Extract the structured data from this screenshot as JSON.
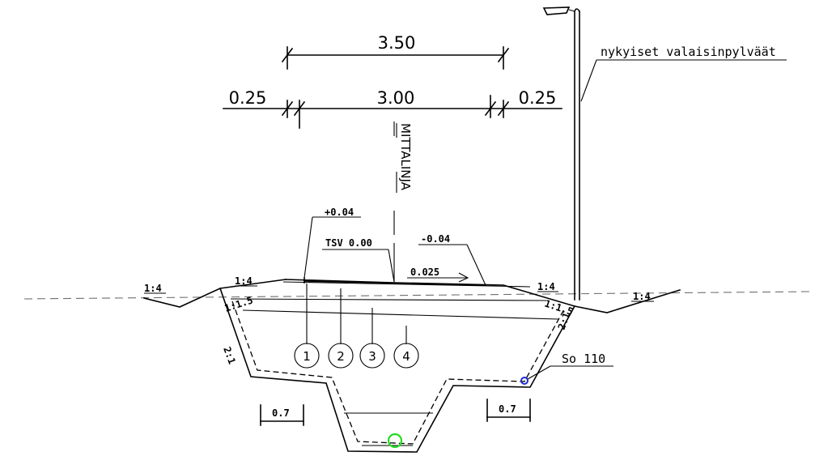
{
  "dimensions": {
    "total": "3.50",
    "lane": "3.00",
    "left_edge": "0.25",
    "right_edge": "0.25",
    "left_ditch": "0.7",
    "right_ditch": "0.7"
  },
  "labels": {
    "centerline": "MITTALINJA",
    "lamp_posts": "nykyiset valaisinpylväät",
    "elev_left": "+0.04",
    "tsv": "TSV 0.00",
    "elev_right": "-0.04",
    "crossfall": "0.025",
    "pipe": "So 110"
  },
  "slopes": {
    "ground_left": "1:4",
    "shoulder_left": "1:4",
    "inner_left": "1:1.5",
    "side_left": "2:1",
    "shoulder_right": "1:4",
    "ground_right": "1:4",
    "inner_right": "1:1.5",
    "side_right": "2:1"
  },
  "layers": [
    "1",
    "2",
    "3",
    "4"
  ],
  "colors": {
    "line": "#000000",
    "ground_line": "#6f6f6f",
    "pipe": "#1f2bd6",
    "drain": "#22dd22"
  }
}
